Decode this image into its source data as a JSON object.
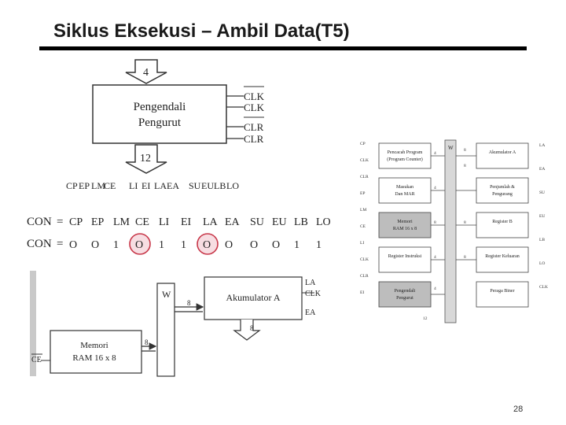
{
  "title": "Siklus Eksekusi – Ambil Data(T5)",
  "page_number": "28",
  "controller": {
    "bus_width_top": "4",
    "line1": "Pengendali",
    "line2": "Pengurut",
    "signals": [
      "CLK",
      "CLK",
      "CLR",
      "CLR"
    ],
    "bus_width_bottom": "12",
    "outputs": [
      "CP",
      "EP",
      "LM",
      "CE",
      "LI",
      "EI",
      "LA",
      "EA",
      "SU",
      "EU",
      "LB",
      "LO"
    ]
  },
  "con_table": {
    "label": "CON",
    "equals": "=",
    "signals": [
      "CP",
      "EP",
      "LM",
      "CE",
      "LI",
      "EI",
      "LA",
      "EA",
      "SU",
      "EU",
      "LB",
      "LO"
    ],
    "values": [
      "O",
      "O",
      "1",
      "O",
      "1",
      "1",
      "O",
      "O",
      "O",
      "O",
      "1",
      "1"
    ],
    "circled_indexes": [
      3,
      6
    ],
    "circle_color": "#c8384a"
  },
  "detail": {
    "w_label": "W",
    "accumulator": "Akumulator A",
    "la": "LA",
    "clk": "CLK",
    "ea": "EA",
    "bus_8_a": "8",
    "bus_8_b": "8",
    "bus_8_c": "8",
    "memory_line1": "Memori",
    "memory_line2": "RAM 16 x 8",
    "ce": "CE"
  },
  "block_diagram": {
    "w_label": "W",
    "blocks_left": [
      {
        "line1": "Pencacah Program",
        "line2": "(Program Counter)"
      },
      {
        "line1": "Masukan",
        "line2": "Dan MAR"
      },
      {
        "line1": "Memori",
        "line2": "RAM 16 x 8"
      },
      {
        "line1": "Register Instruksi",
        "line2": ""
      },
      {
        "line1": "Pengendali",
        "line2": "Pengurut"
      }
    ],
    "blocks_right": [
      {
        "line1": "Akumulator A",
        "line2": ""
      },
      {
        "line1": "Penjumlah &",
        "line2": "Pengurang"
      },
      {
        "line1": "Register B",
        "line2": ""
      },
      {
        "line1": "Register Keluaran",
        "line2": ""
      },
      {
        "line1": "Peraga Biner",
        "line2": ""
      }
    ],
    "left_signals": [
      "CP",
      "CLK",
      "CLR",
      "EP",
      "LM",
      "CE",
      "LI",
      "CLK",
      "CLR",
      "EI"
    ],
    "right_signals": [
      "LA",
      "EA",
      "SU",
      "EU",
      "LB",
      "LO",
      "CLK"
    ],
    "bus_labels": [
      "4",
      "8",
      "8",
      "4",
      "8",
      "8",
      "8",
      "4",
      "4",
      "12"
    ]
  }
}
